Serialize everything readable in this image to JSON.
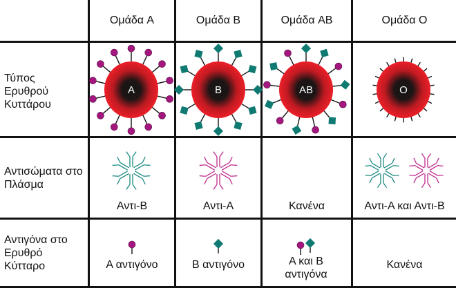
{
  "columns": [
    "Ομάδα A",
    "Ομάδα B",
    "Ομάδα AB",
    "Ομάδα O"
  ],
  "rows": {
    "cell_type": {
      "label": "Τύπος Ερυθρού Κυττάρου",
      "cells": [
        "A",
        "B",
        "AB",
        "O"
      ]
    },
    "antibodies": {
      "label": "Αντισώματα στο Πλάσμα",
      "cells": [
        "Αντι-B",
        "Αντι-A",
        "Κανένα",
        "Αντι-A και Αντι-B"
      ]
    },
    "antigens": {
      "label": "Αντιγόνα στο Ερυθρό Κύτταρο",
      "cells": [
        "A αντιγόνο",
        "B αντιγόνο",
        "A και B αντιγόνα",
        "Κανένα"
      ]
    }
  },
  "colors": {
    "antigen_a": "#a3177f",
    "antigen_b": "#0f7a72",
    "cell_red": "#e8202a",
    "cell_dark": "#1a1a1a",
    "anti_b": "#1b8a80",
    "anti_a": "#c0288e"
  }
}
